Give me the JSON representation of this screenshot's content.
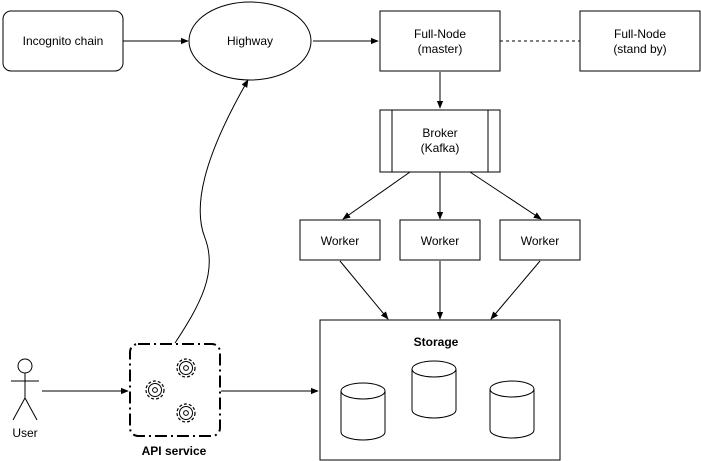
{
  "nodes": {
    "incognito_chain": {
      "label": "Incognito chain"
    },
    "highway": {
      "label": "Highway"
    },
    "fullnode_master": {
      "line1": "Full-Node",
      "line2": "(master)"
    },
    "fullnode_standby": {
      "line1": "Full-Node",
      "line2": "(stand by)"
    },
    "broker": {
      "line1": "Broker",
      "line2": "(Kafka)"
    },
    "workers": [
      {
        "label": "Worker"
      },
      {
        "label": "Worker"
      },
      {
        "label": "Worker"
      }
    ],
    "storage": {
      "label": "Storage"
    },
    "api_service": {
      "label": "API service"
    },
    "user": {
      "label": "User"
    }
  },
  "edges": [
    {
      "from": "incognito_chain",
      "to": "highway",
      "style": "solid-arrow"
    },
    {
      "from": "highway",
      "to": "fullnode_master",
      "style": "solid-arrow"
    },
    {
      "from": "fullnode_master",
      "to": "fullnode_standby",
      "style": "dashed"
    },
    {
      "from": "fullnode_master",
      "to": "broker",
      "style": "solid-arrow"
    },
    {
      "from": "broker",
      "to": "worker-1",
      "style": "solid-arrow"
    },
    {
      "from": "broker",
      "to": "worker-2",
      "style": "solid-arrow"
    },
    {
      "from": "broker",
      "to": "worker-3",
      "style": "solid-arrow"
    },
    {
      "from": "worker-1",
      "to": "storage",
      "style": "solid-arrow"
    },
    {
      "from": "worker-2",
      "to": "storage",
      "style": "solid-arrow"
    },
    {
      "from": "worker-3",
      "to": "storage",
      "style": "solid-arrow"
    },
    {
      "from": "user",
      "to": "api_service",
      "style": "solid-arrow"
    },
    {
      "from": "api_service",
      "to": "storage",
      "style": "solid-arrow"
    },
    {
      "from": "api_service",
      "to": "highway",
      "style": "curved-arrow"
    }
  ]
}
